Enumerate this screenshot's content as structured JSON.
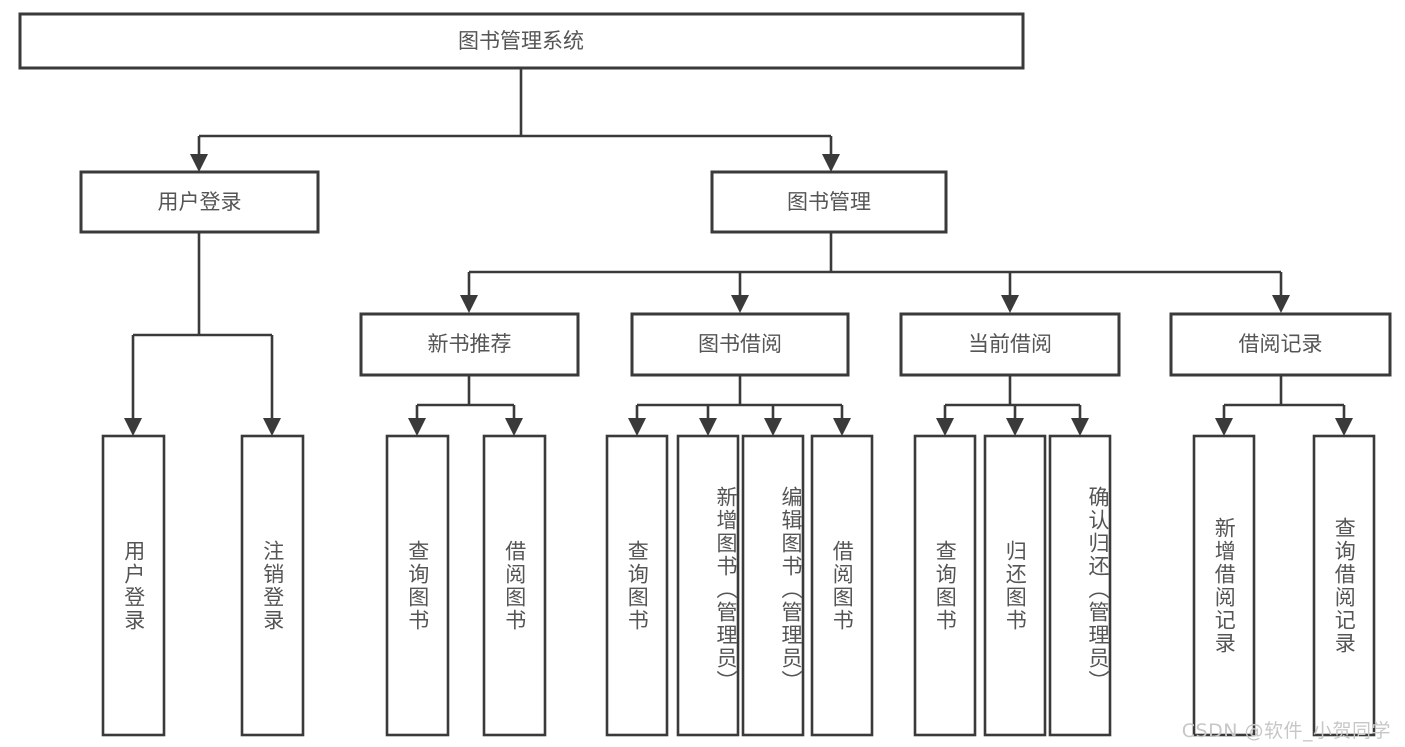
{
  "diagram": {
    "type": "tree-hierarchy-flowchart",
    "orientation": "top-down",
    "root": {
      "id": "root",
      "label": "图书管理系统"
    },
    "level1": [
      {
        "id": "user-login",
        "label": "用户登录"
      },
      {
        "id": "book-management",
        "label": "图书管理"
      }
    ],
    "level2": [
      {
        "id": "new-book-recommend",
        "label": "新书推荐",
        "parent": "book-management"
      },
      {
        "id": "book-borrow",
        "label": "图书借阅",
        "parent": "book-management"
      },
      {
        "id": "current-borrow",
        "label": "当前借阅",
        "parent": "book-management"
      },
      {
        "id": "borrow-record",
        "label": "借阅记录",
        "parent": "book-management"
      }
    ],
    "leaves": {
      "user_login": [
        {
          "id": "leaf-user-login",
          "label": "用户登录"
        },
        {
          "id": "leaf-user-logout",
          "label": "注销登录"
        }
      ],
      "new_book_recommend": [
        {
          "id": "leaf-query-book-1",
          "label": "查询图书"
        },
        {
          "id": "leaf-borrow-book-1",
          "label": "借阅图书"
        }
      ],
      "book_borrow": [
        {
          "id": "leaf-query-book-2",
          "label": "查询图书"
        },
        {
          "id": "leaf-add-book",
          "label": "新增图书（管理员）"
        },
        {
          "id": "leaf-edit-book",
          "label": "编辑图书（管理员）"
        },
        {
          "id": "leaf-borrow-book-2",
          "label": "借阅图书"
        }
      ],
      "current_borrow": [
        {
          "id": "leaf-query-book-3",
          "label": "查询图书"
        },
        {
          "id": "leaf-return-book",
          "label": "归还图书"
        },
        {
          "id": "leaf-confirm-return",
          "label": "确认归还（管理员）"
        }
      ],
      "borrow_record": [
        {
          "id": "leaf-add-record",
          "label": "新增借阅记录"
        },
        {
          "id": "leaf-query-record",
          "label": "查询借阅记录"
        }
      ]
    },
    "colors": {
      "stroke": "#3a3a3a",
      "box_fill": "#ffffff",
      "text": "#555555",
      "background": "#ffffff",
      "watermark": "#c7c7c7"
    }
  },
  "watermark": {
    "text": "CSDN @软件_小贺同学"
  }
}
